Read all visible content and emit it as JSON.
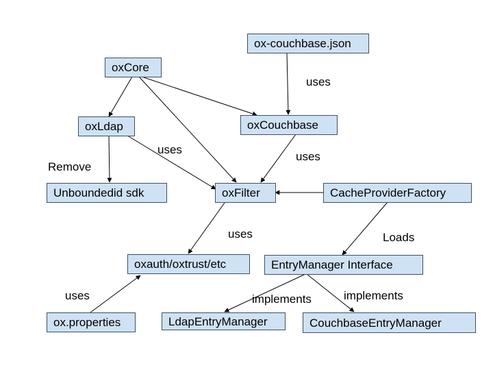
{
  "nodes": {
    "ox_couchbase_json": "ox-couchbase.json",
    "oxcore": "oxCore",
    "oxldap": "oxLdap",
    "oxcouchbase": "oxCouchbase",
    "unboundedid_sdk": "Unboundedid sdk",
    "oxfilter": "oxFilter",
    "cache_provider_factory": "CacheProviderFactory",
    "oxauth_oxtrust": "oxauth/oxtrust/etc",
    "entry_manager_interface": "EntryManager Interface",
    "ox_properties": "ox.properties",
    "ldap_entry_manager": "LdapEntryManager",
    "couchbase_entry_manager": "CouchbaseEntryManager"
  },
  "edge_labels": {
    "uses_json_to_couchbase": "uses",
    "uses_ldap_to_filter": "uses",
    "uses_couchbase_to_filter": "uses",
    "remove_unboundedid": "Remove",
    "uses_filter_to_oxauth": "uses",
    "loads": "Loads",
    "uses_properties": "uses",
    "implements_ldap": "implements",
    "implements_couchbase": "implements"
  },
  "colors": {
    "node_fill": "#cfe2f3",
    "node_border": "#3d4f61",
    "edge": "#000000",
    "text": "#000000",
    "background": "#ffffff"
  }
}
